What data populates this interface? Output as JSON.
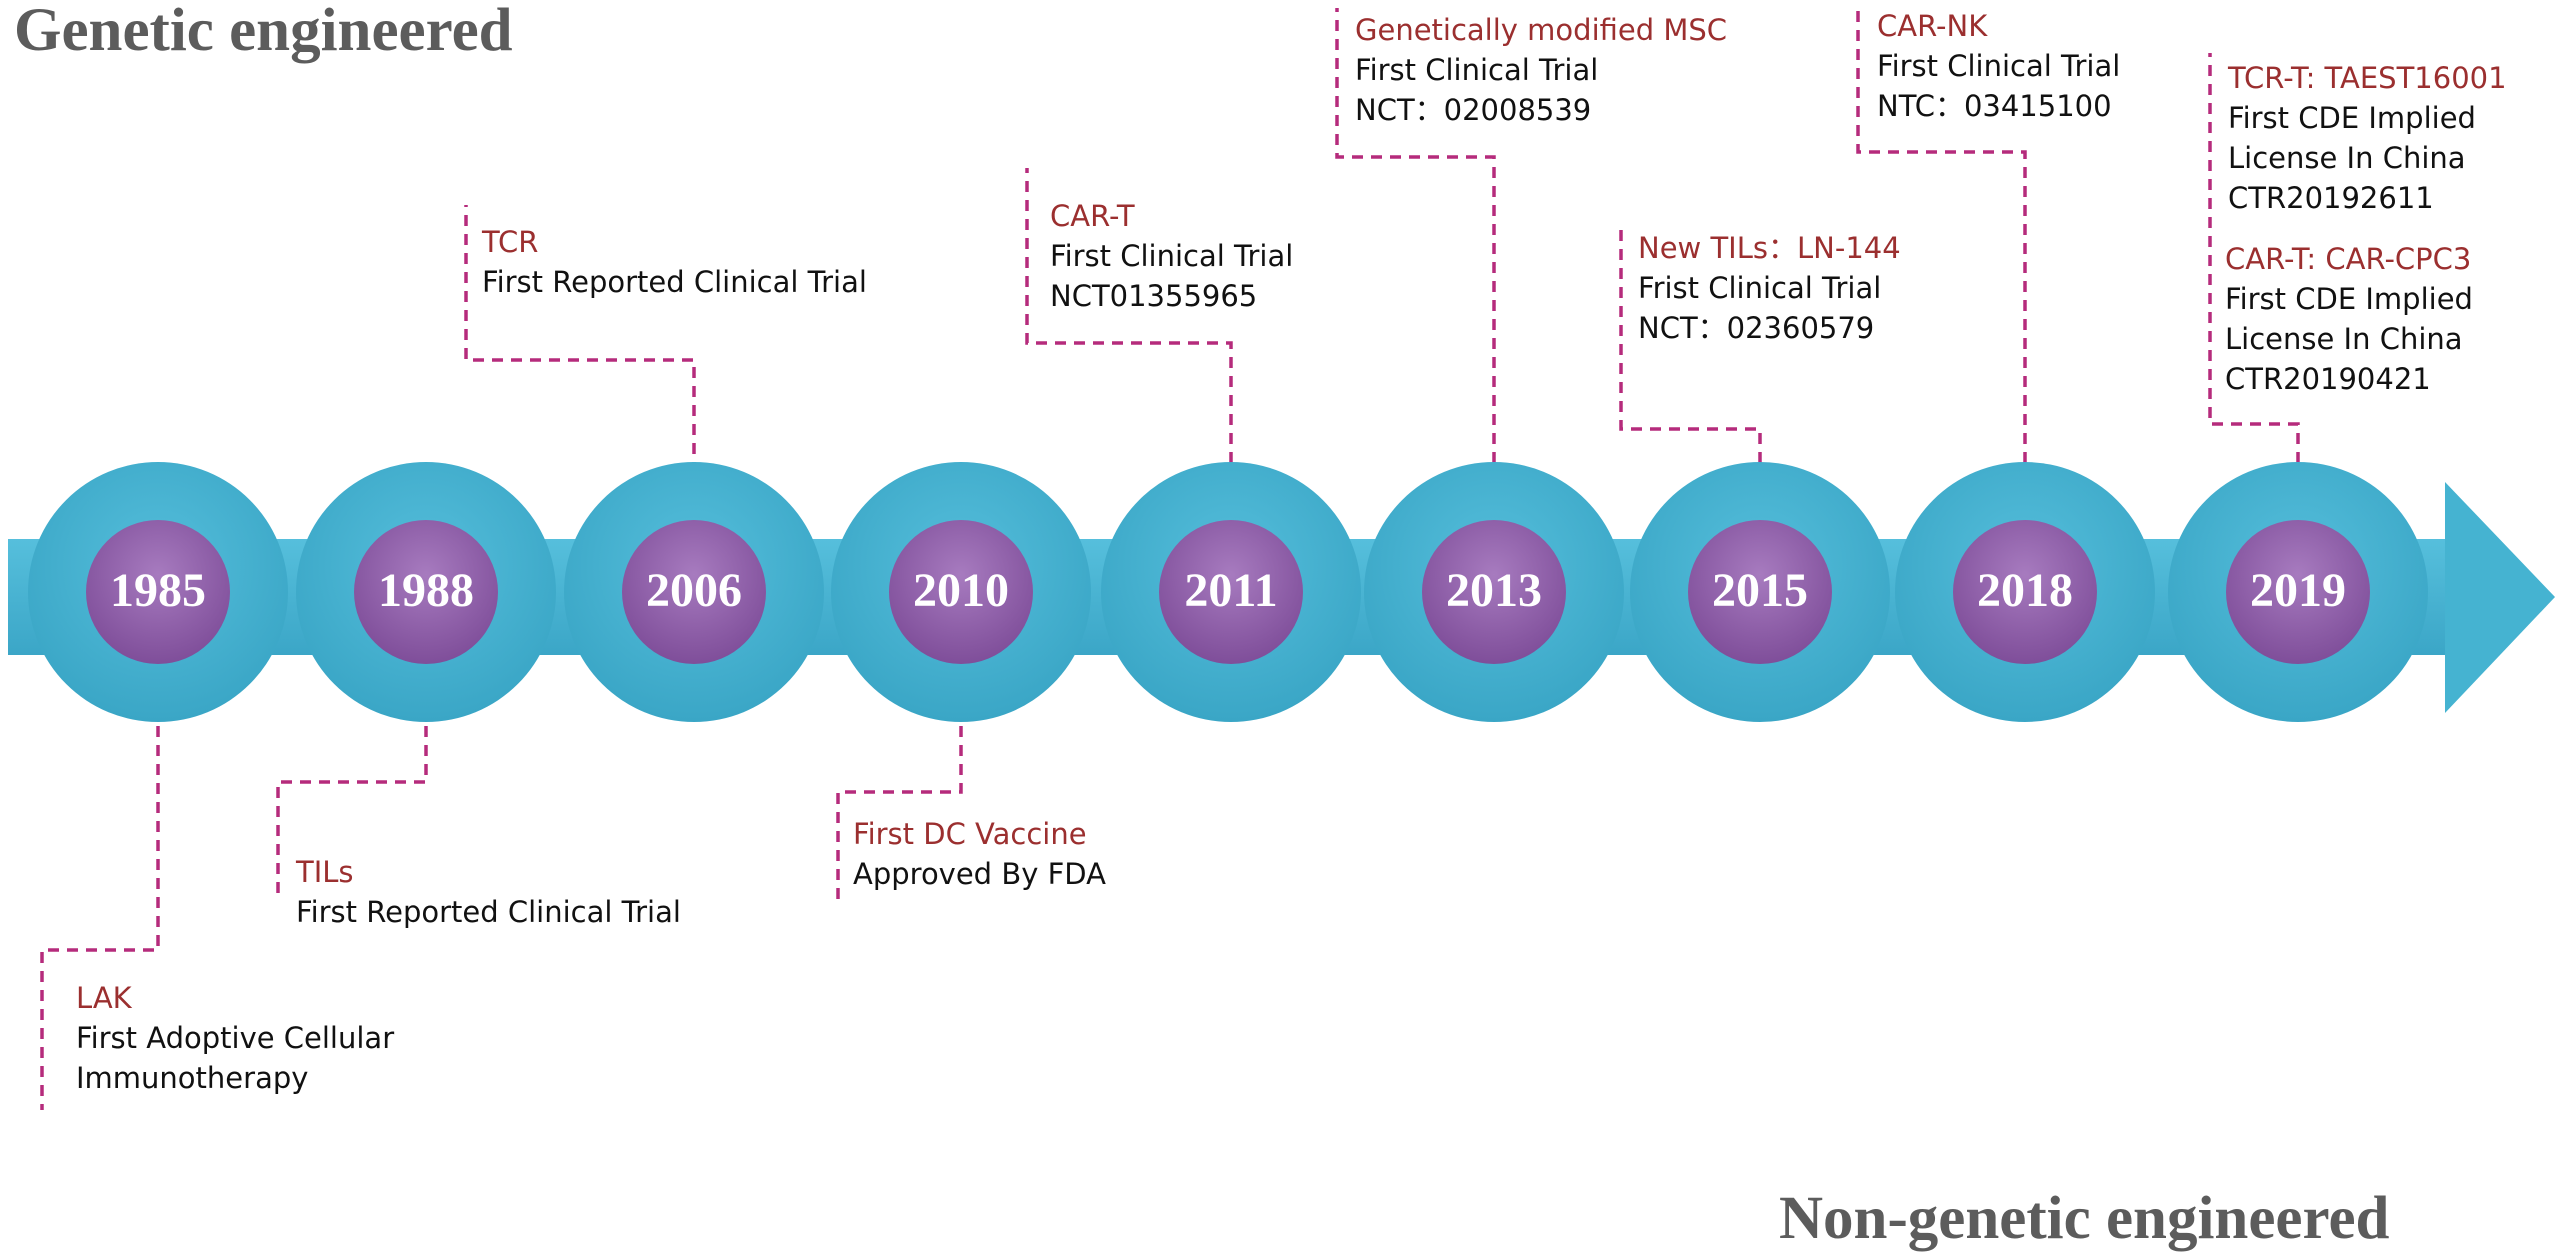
{
  "labels": {
    "top": "Genetic engineered",
    "bottom": "Non-genetic engineered"
  },
  "colors": {
    "arrow": "#45b3d1",
    "circle_outer": "#45b3d1",
    "circle_inner": "#8b5aa4",
    "connector": "#b52b7c",
    "event_title": "#9b2f2f",
    "event_text": "#111111",
    "header_text": "#5c5c5c"
  },
  "years": [
    "1985",
    "1988",
    "2006",
    "2010",
    "2011",
    "2013",
    "2015",
    "2018",
    "2019"
  ],
  "events": [
    {
      "year": "1985",
      "side": "below",
      "title": "LAK",
      "lines": [
        "First Adoptive Cellular",
        "Immunotherapy"
      ]
    },
    {
      "year": "1988",
      "side": "below",
      "title": "TILs",
      "lines": [
        "First Reported Clinical Trial"
      ]
    },
    {
      "year": "2006",
      "side": "above",
      "title": "TCR",
      "lines": [
        "First Reported Clinical Trial"
      ]
    },
    {
      "year": "2010",
      "side": "below",
      "title": "First DC Vaccine",
      "lines": [
        "Approved By FDA"
      ]
    },
    {
      "year": "2011",
      "side": "above",
      "title": "CAR-T",
      "lines": [
        "First Clinical Trial",
        "NCT01355965"
      ]
    },
    {
      "year": "2013",
      "side": "above",
      "title": "Genetically modified MSC",
      "lines": [
        "First Clinical Trial",
        "NCT：02008539"
      ]
    },
    {
      "year": "2015",
      "side": "above",
      "title": "New TILs：LN-144",
      "lines": [
        "Frist Clinical Trial",
        "NCT：02360579"
      ]
    },
    {
      "year": "2018",
      "side": "above",
      "title": "CAR-NK",
      "lines": [
        "First Clinical Trial",
        "NTC：03415100"
      ]
    },
    {
      "year": "2019",
      "side": "above",
      "title": "TCR-T: TAEST16001",
      "lines": [
        "First CDE Implied",
        "License In China",
        "CTR20192611"
      ]
    },
    {
      "year": "2019",
      "side": "above",
      "title": "CAR-T: CAR-CPC3",
      "lines": [
        "First CDE Implied",
        "License In China",
        "CTR20190421"
      ]
    }
  ]
}
